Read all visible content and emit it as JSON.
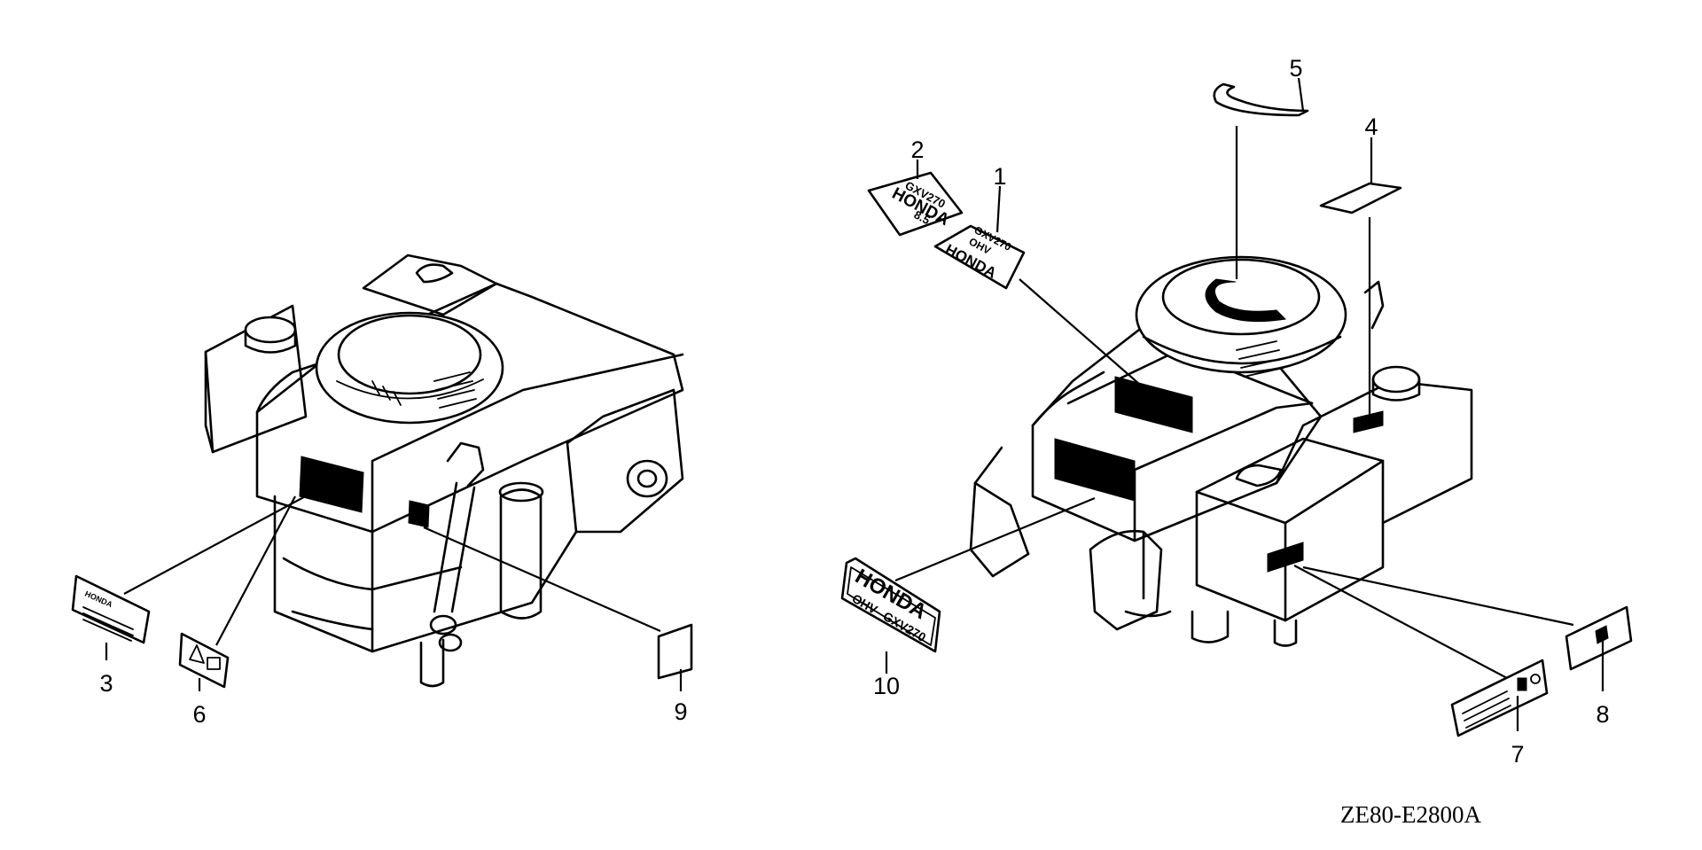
{
  "diagram_code": "ZE80-E2800A",
  "callouts": {
    "c1": "1",
    "c2": "2",
    "c3": "3",
    "c4": "4",
    "c5": "5",
    "c6": "6",
    "c7": "7",
    "c8": "8",
    "c9": "9",
    "c10": "10"
  },
  "decals": {
    "emblem_1": {
      "brand": "HONDA",
      "line2": "OHV",
      "model": "GXV270"
    },
    "emblem_2": {
      "brand": "HONDA",
      "model": "GXV270",
      "rating": "8.5"
    },
    "emblem_3": {
      "brand": "HONDA"
    },
    "emblem_10": {
      "brand": "HONDA",
      "line2": "OHV",
      "model": "GXV270"
    }
  }
}
